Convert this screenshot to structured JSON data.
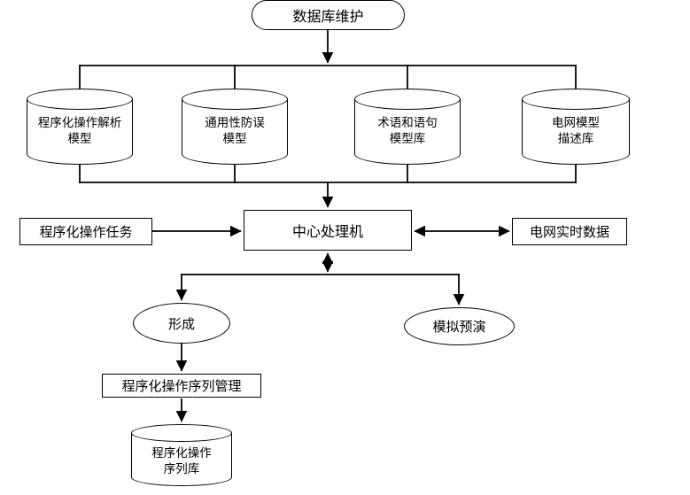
{
  "diagram": {
    "title": "数据库维护",
    "databases": [
      {
        "line1": "程序化操作解析",
        "line2": "模型"
      },
      {
        "line1": "通用性防误",
        "line2": "模型"
      },
      {
        "line1": "术语和语句",
        "line2": "模型库"
      },
      {
        "line1": "电网模型",
        "line2": "描述库"
      }
    ],
    "central_processor": "中心处理机",
    "left_input": "程序化操作任务",
    "right_io": "电网实时数据",
    "form_node": "形成",
    "simulate_node": "模拟预演",
    "sequence_manager": "程序化操作序列管理",
    "sequence_db": {
      "line1": "程序化操作",
      "line2": "序列库"
    },
    "colors": {
      "line": "#000000",
      "fill": "#ffffff"
    }
  }
}
